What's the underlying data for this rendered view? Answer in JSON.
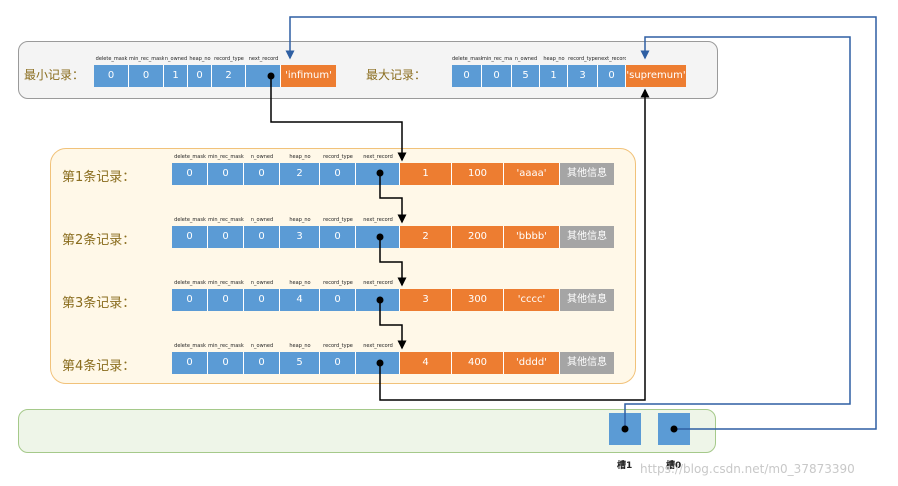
{
  "top": {
    "min_label": "最小记录：",
    "max_label": "最大记录：",
    "min_headers": [
      "delete_mask",
      "min_rec_mask",
      "n_owned",
      "heap_no",
      "record_type",
      "next_record"
    ],
    "max_headers": [
      "delete_mask",
      "min_rec_mask",
      "n_owned",
      "heap_no",
      "record_type",
      "next_record"
    ],
    "min_values": [
      "0",
      "0",
      "1",
      "0",
      "2",
      ""
    ],
    "min_data": "'infimum'",
    "max_values": [
      "0",
      "0",
      "5",
      "1",
      "3",
      "0"
    ],
    "max_data": "'supremum'"
  },
  "record_headers": [
    "delete_mask",
    "min_rec_mask",
    "n_owned",
    "heap_no",
    "record_type",
    "next_record"
  ],
  "records": [
    {
      "label": "第1条记录：",
      "values": [
        "0",
        "0",
        "0",
        "2",
        "0",
        ""
      ],
      "data": [
        "1",
        "100",
        "'aaaa'"
      ],
      "other": "其他信息"
    },
    {
      "label": "第2条记录：",
      "values": [
        "0",
        "0",
        "0",
        "3",
        "0",
        ""
      ],
      "data": [
        "2",
        "200",
        "'bbbb'"
      ],
      "other": "其他信息"
    },
    {
      "label": "第3条记录：",
      "values": [
        "0",
        "0",
        "0",
        "4",
        "0",
        ""
      ],
      "data": [
        "3",
        "300",
        "'cccc'"
      ],
      "other": "其他信息"
    },
    {
      "label": "第4条记录：",
      "values": [
        "0",
        "0",
        "0",
        "5",
        "0",
        ""
      ],
      "data": [
        "4",
        "400",
        "'dddd'"
      ],
      "other": "其他信息"
    }
  ],
  "slots": [
    {
      "label": "槽1"
    },
    {
      "label": "槽0"
    }
  ],
  "watermark": "https://blog.csdn.net/m0_37873390",
  "colors": {
    "field": "#5b9bd5",
    "data": "#ed7d31",
    "other": "#a5a5a5",
    "link": "#000000",
    "slot_link": "#2e5fa3"
  }
}
